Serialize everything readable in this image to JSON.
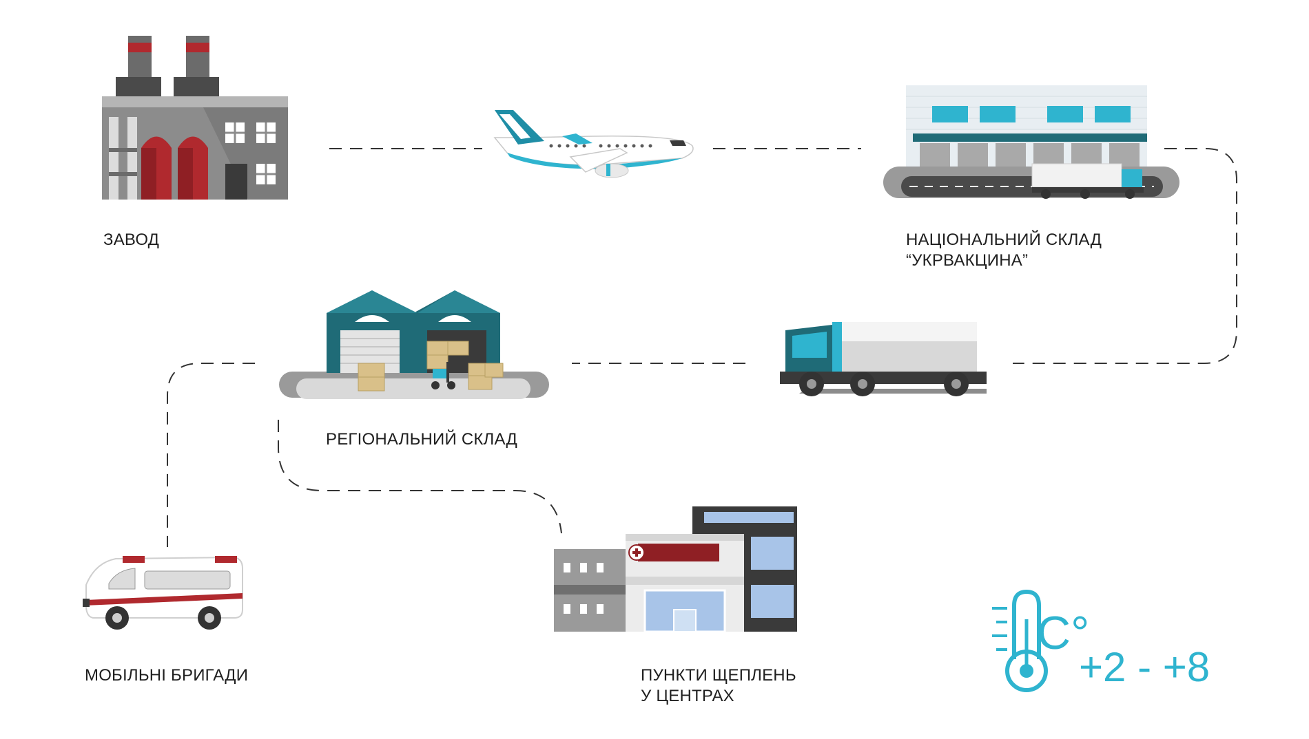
{
  "nodes": {
    "factory": {
      "label": "ЗАВОД"
    },
    "national_warehouse": {
      "label_line1": "НАЦІОНАЛЬНИЙ СКЛАД",
      "label_line2": "“УКРВАКЦИНА”"
    },
    "regional_warehouse": {
      "label": "РЕГІОНАЛЬНИЙ СКЛАД"
    },
    "mobile_teams": {
      "label": "МОБІЛЬНІ БРИГАДИ"
    },
    "vaccination_points": {
      "label_line1": "ПУНКТИ ЩЕПЛЕНЬ",
      "label_line2": "У ЦЕНТРАХ"
    }
  },
  "temperature": {
    "unit": "C°",
    "range": "+2 - +8"
  },
  "colors": {
    "accent": "#2fb4cf",
    "teal": "#1f6b77",
    "red": "#b0292e",
    "gray": "#8f8f8f",
    "dark": "#3a3a3a"
  },
  "icons": [
    "factory-icon",
    "airplane-icon",
    "national-warehouse-icon",
    "truck-icon",
    "regional-warehouse-icon",
    "ambulance-icon",
    "vaccination-center-icon",
    "thermometer-icon"
  ]
}
